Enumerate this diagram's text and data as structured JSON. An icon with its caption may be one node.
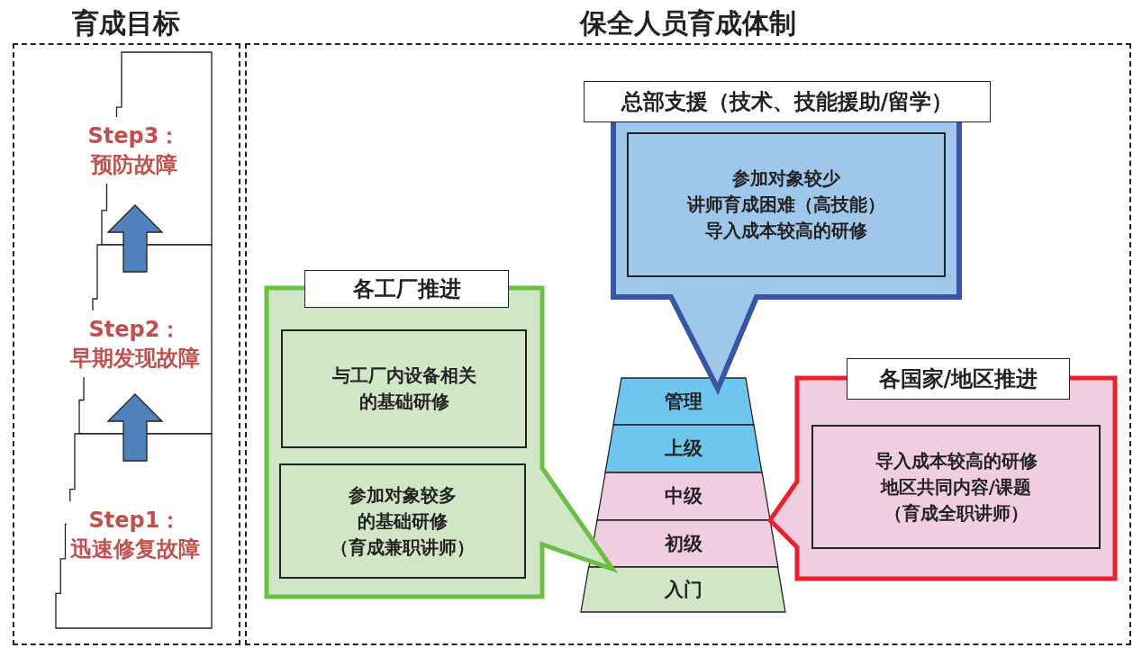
{
  "diagram": {
    "nodes": [
      {
        "text": [
          "育成目标"
        ]
      },
      {
        "text": [
          "Step3：预防故障"
        ],
        "in": 0
      },
      {
        "text": [
          "Step2：早期发现故障"
        ],
        "in": 0
      },
      {
        "text": [
          "Step1：迅速修复故障"
        ],
        "in": 0
      },
      {
        "text": [
          "保全人员育成体制"
        ]
      },
      {
        "text": [
          "总部支援（技术、技能援助/留学）"
        ],
        "in": 4
      },
      {
        "text": [
          "参加对象较少讲师育成困难（高技能）导入成本较高的研修"
        ],
        "in": 5
      },
      {
        "text": [
          "各工厂推进"
        ],
        "in": 4
      },
      {
        "text": [
          "与工厂内设备相关的基础研修"
        ],
        "in": 7
      },
      {
        "text": [
          "参加对象较多的基础研修（育成兼职讲师）"
        ],
        "in": 7
      },
      {
        "text": [
          "管理"
        ],
        "in": 4
      },
      {
        "text": [
          "上级"
        ],
        "in": 4
      },
      {
        "text": [
          "中级"
        ],
        "in": 4
      },
      {
        "text": [
          "初级"
        ],
        "in": 4
      },
      {
        "text": [
          "入门"
        ],
        "in": 4
      },
      {
        "text": [
          "各国家/地区推进"
        ],
        "in": 4
      },
      {
        "text": [
          "导入成本较高的研修地区共同内容/课题（育成全职讲师）"
        ],
        "in": 15
      }
    ],
    "edges": [
      {
        "from": 3,
        "to": 2,
        "arrow": "to"
      },
      {
        "from": 2,
        "to": 1,
        "arrow": "to"
      }
    ]
  }
}
